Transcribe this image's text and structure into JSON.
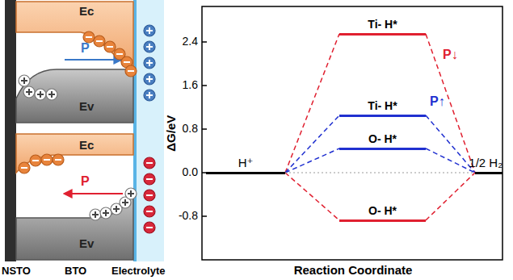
{
  "diagram": {
    "nodes": [
      {
        "text": [
          "H⁺"
        ]
      },
      {
        "text": [
          "Ti- H*"
        ]
      },
      {
        "text": [
          "Ti- H*"
        ]
      },
      {
        "text": [
          "O- H*"
        ]
      },
      {
        "text": [
          "O- H*"
        ]
      },
      {
        "text": [
          "1/2 H₂"
        ]
      }
    ],
    "edges": [
      {
        "from": 0,
        "to": 1,
        "arrow": "none"
      },
      {
        "from": 0,
        "to": 2,
        "arrow": "none"
      },
      {
        "from": 0,
        "to": 3,
        "arrow": "none"
      },
      {
        "from": 0,
        "to": 4,
        "arrow": "none"
      },
      {
        "from": 1,
        "to": 5,
        "arrow": "none"
      },
      {
        "from": 2,
        "to": 5,
        "arrow": "none"
      },
      {
        "from": 3,
        "to": 5,
        "arrow": "none"
      },
      {
        "from": 4,
        "to": 5,
        "arrow": "none"
      },
      {
        "from": 0,
        "to": 5,
        "arrow": "none"
      }
    ],
    "labels": [
      "Ec",
      "Ev",
      "P",
      "Ec",
      "Ev",
      "P",
      "NSTO",
      "BTO",
      "Electrolyte",
      "2.4",
      "1.6",
      "0.8",
      "0.0",
      "-0.8",
      "ΔG/eV",
      "Reaction Coordinate",
      "P↓",
      "P↑"
    ]
  }
}
